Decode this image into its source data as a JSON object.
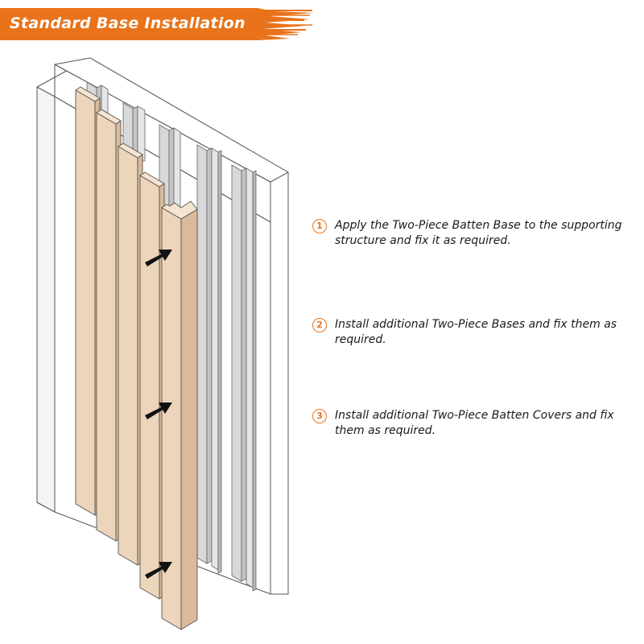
{
  "header": {
    "title": "Standard Base Installation",
    "accent_color": "#e8731a"
  },
  "steps": [
    {
      "number": "1",
      "text": "Apply the Two-Piece Batten Base to the supporting structure and fix it as required."
    },
    {
      "number": "2",
      "text": "Install additional Two-Piece Bases and fix them as required."
    },
    {
      "number": "3",
      "text": "Install additional Two-Piece Batten Covers and fix them as required."
    }
  ],
  "colors": {
    "batten_cover": "#ecd5bb",
    "batten_base": "#d8d8d8",
    "wall": "#ffffff",
    "arrow": "#111111"
  }
}
